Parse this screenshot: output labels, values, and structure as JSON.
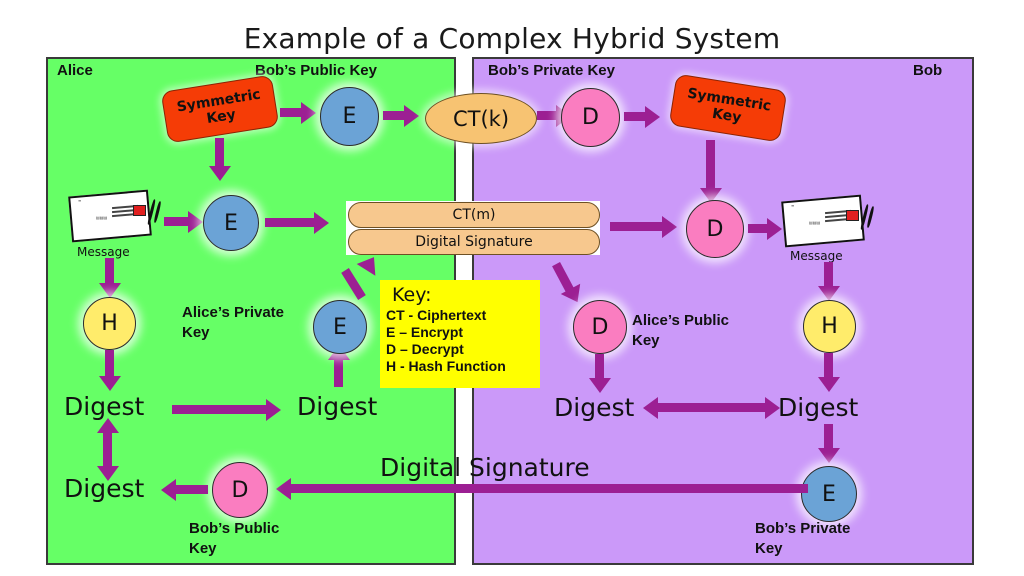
{
  "title": "Example of a Complex Hybrid System",
  "colors": {
    "alice_panel": "#66FF66",
    "bob_panel": "#CB99F9",
    "arrow": "#9C1F93",
    "encrypt_circle": "#6BA3D6",
    "decrypt_circle": "#FA7DC0",
    "hash_circle": "#FFEC6B",
    "symmetric_key": "#F53C06",
    "ciphertext_fill": "#F7C372",
    "legend_bg": "#FFFF00"
  },
  "panels": {
    "alice_label": "Alice",
    "bob_label": "Bob"
  },
  "legend": {
    "heading": "Key:",
    "items": [
      "CT - Ciphertext",
      "E – Encrypt",
      "D – Decrypt",
      "H - Hash Function"
    ]
  },
  "nodes": {
    "sym_key_alice": "Symmetric\nKey",
    "sym_key_bob": "Symmetric\nKey",
    "encrypt_key": "E",
    "ct_k": "CT(k)",
    "decrypt_key": "D",
    "encrypt_msg": "E",
    "ct_m": "CT(m)",
    "digital_signature_pill": "Digital Signature",
    "decrypt_msg": "D",
    "hash_alice": "H",
    "hash_bob": "H",
    "encrypt_digest": "E",
    "decrypt_sig_bob": "D",
    "decrypt_sig_alice": "D",
    "encrypt_digest_bob": "E",
    "message_alice": "Message",
    "message_bob": "Message",
    "digest_alice_left": "Digest",
    "digest_alice_mid": "Digest",
    "digest_alice_bottom": "Digest",
    "digest_bob_left": "Digest",
    "digest_bob_right": "Digest",
    "digital_signature_channel": "Digital Signature"
  },
  "key_labels": {
    "bobs_public_key_top": "Bob’s Public Key",
    "bobs_private_key_top": "Bob’s Private Key",
    "alices_private_key": "Alice’s Private\nKey",
    "alices_public_key": "Alice’s Public\nKey",
    "bobs_public_key_bottom": "Bob’s Public\nKey",
    "bobs_private_key_bottom": "Bob’s Private\nKey"
  }
}
